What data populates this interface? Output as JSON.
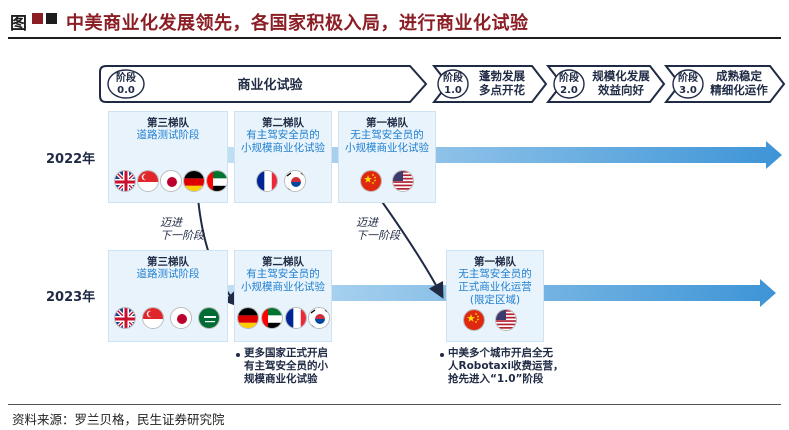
{
  "title": {
    "tag": "图",
    "text": "中美商业化发展领先，各国家积极入局，进行商业化试验"
  },
  "phases": [
    {
      "stage": "阶段",
      "num": "0.0",
      "label": "商业化试验"
    },
    {
      "stage": "阶段",
      "num": "1.0",
      "label": "蓬勃发展\n多点开花"
    },
    {
      "stage": "阶段",
      "num": "2.0",
      "label": "规模化发展\n效益向好"
    },
    {
      "stage": "阶段",
      "num": "3.0",
      "label": "成熟稳定\n精细化运作"
    }
  ],
  "rows": {
    "y2022": "2022年",
    "y2023": "2023年"
  },
  "tiers_2022": [
    {
      "name": "第三梯队",
      "desc": "道路测试阶段"
    },
    {
      "name": "第二梯队",
      "desc": "有主驾安全员的\n小规模商业化试验"
    },
    {
      "name": "第一梯队",
      "desc": "无主驾安全员的\n小规模商业化试验"
    }
  ],
  "tiers_2023": [
    {
      "name": "第三梯队",
      "desc": "道路测试阶段"
    },
    {
      "name": "第二梯队",
      "desc": "有主驾安全员的\n小规模商业化试验"
    },
    {
      "name": "第一梯队",
      "desc": "无主驾安全员的\n正式商业化运营\n(限定区域)"
    }
  ],
  "steps": [
    {
      "label": "迈进\n下一阶段"
    },
    {
      "label": "迈进\n下一阶段"
    }
  ],
  "notes": [
    "更多国家正式开启\n有主驾安全员的小\n规模商业化试验",
    "中美多个城市开启全无\n人Robotaxi收费运营，\n抢先进入“1.0”阶段"
  ],
  "flags": {
    "uk": "uk-flag-icon",
    "singapore": "singapore-flag-icon",
    "japan": "japan-flag-icon",
    "germany": "germany-flag-icon",
    "uae": "uae-flag-icon",
    "france": "france-flag-icon",
    "korea": "korea-flag-icon",
    "china": "china-flag-icon",
    "usa": "usa-flag-icon",
    "saudi": "saudi-flag-icon"
  },
  "colors": {
    "title_red": "#8b1e24",
    "arrow_blue": "#4a9fdc",
    "phase_navy": "#1f2a44",
    "tier_fill": "#e8f3fb",
    "desc_blue": "#1f7fd0"
  },
  "source": "资料来源：罗兰贝格，民生证券研究院"
}
